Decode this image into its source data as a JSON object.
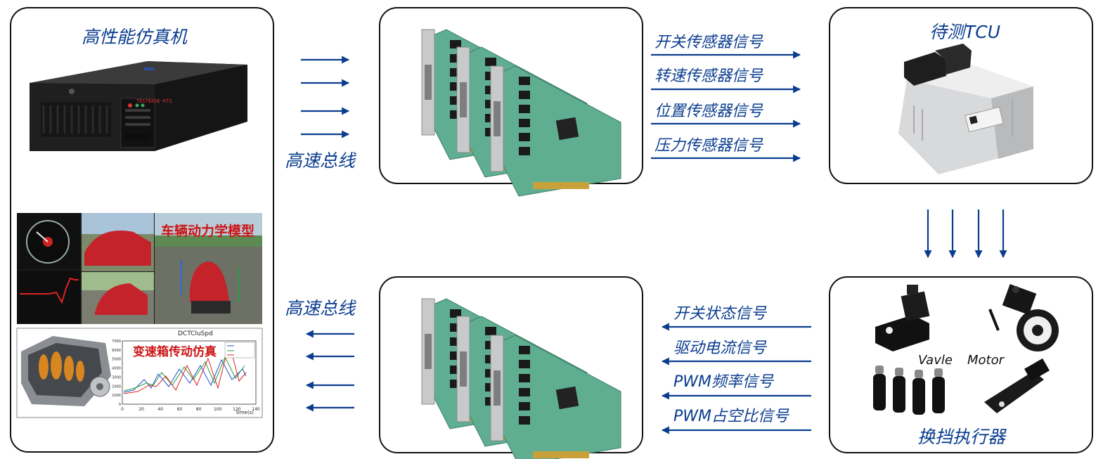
{
  "simulator": {
    "title": "高性能仿真机",
    "server_label": "TESTBASE-RTS",
    "vehicle_model_label": "车辆动力学模型",
    "gearbox_label": "变速箱传动仿真",
    "gearbox_chart_title": "DCTCluSpd",
    "gearbox_chart_xlabel": "time(s)",
    "gearbox_chart_xticks": [
      "0",
      "20",
      "40",
      "60",
      "80",
      "100",
      "120",
      "140"
    ],
    "gearbox_chart_yticks": [
      "0",
      "1000",
      "2000",
      "3000",
      "4000",
      "5000",
      "6000",
      "7000"
    ]
  },
  "bus": {
    "top_label": "高速总线",
    "bottom_label": "高速总线"
  },
  "tcu": {
    "title": "待测TCU"
  },
  "sensor_signals": [
    "开关传感器信号",
    "转速传感器信号",
    "位置传感器信号",
    "压力传感器信号"
  ],
  "actuator_signals": [
    "开关状态信号",
    "驱动电流信号",
    "PWM频率信号",
    "PWM占空比信号"
  ],
  "actuator": {
    "title": "换挡执行器",
    "valve_label": "Vavle",
    "motor_label": "Motor"
  },
  "colors": {
    "arrow": "#0b3d8f",
    "label": "#0b3d8f",
    "highlight": "#cc1515",
    "board": "#5fae92"
  },
  "icons": [
    "server-icon",
    "io-card-icon",
    "tcu-unit-icon",
    "solenoid-valve-icon",
    "motor-icon",
    "injector-valve-icon"
  ]
}
